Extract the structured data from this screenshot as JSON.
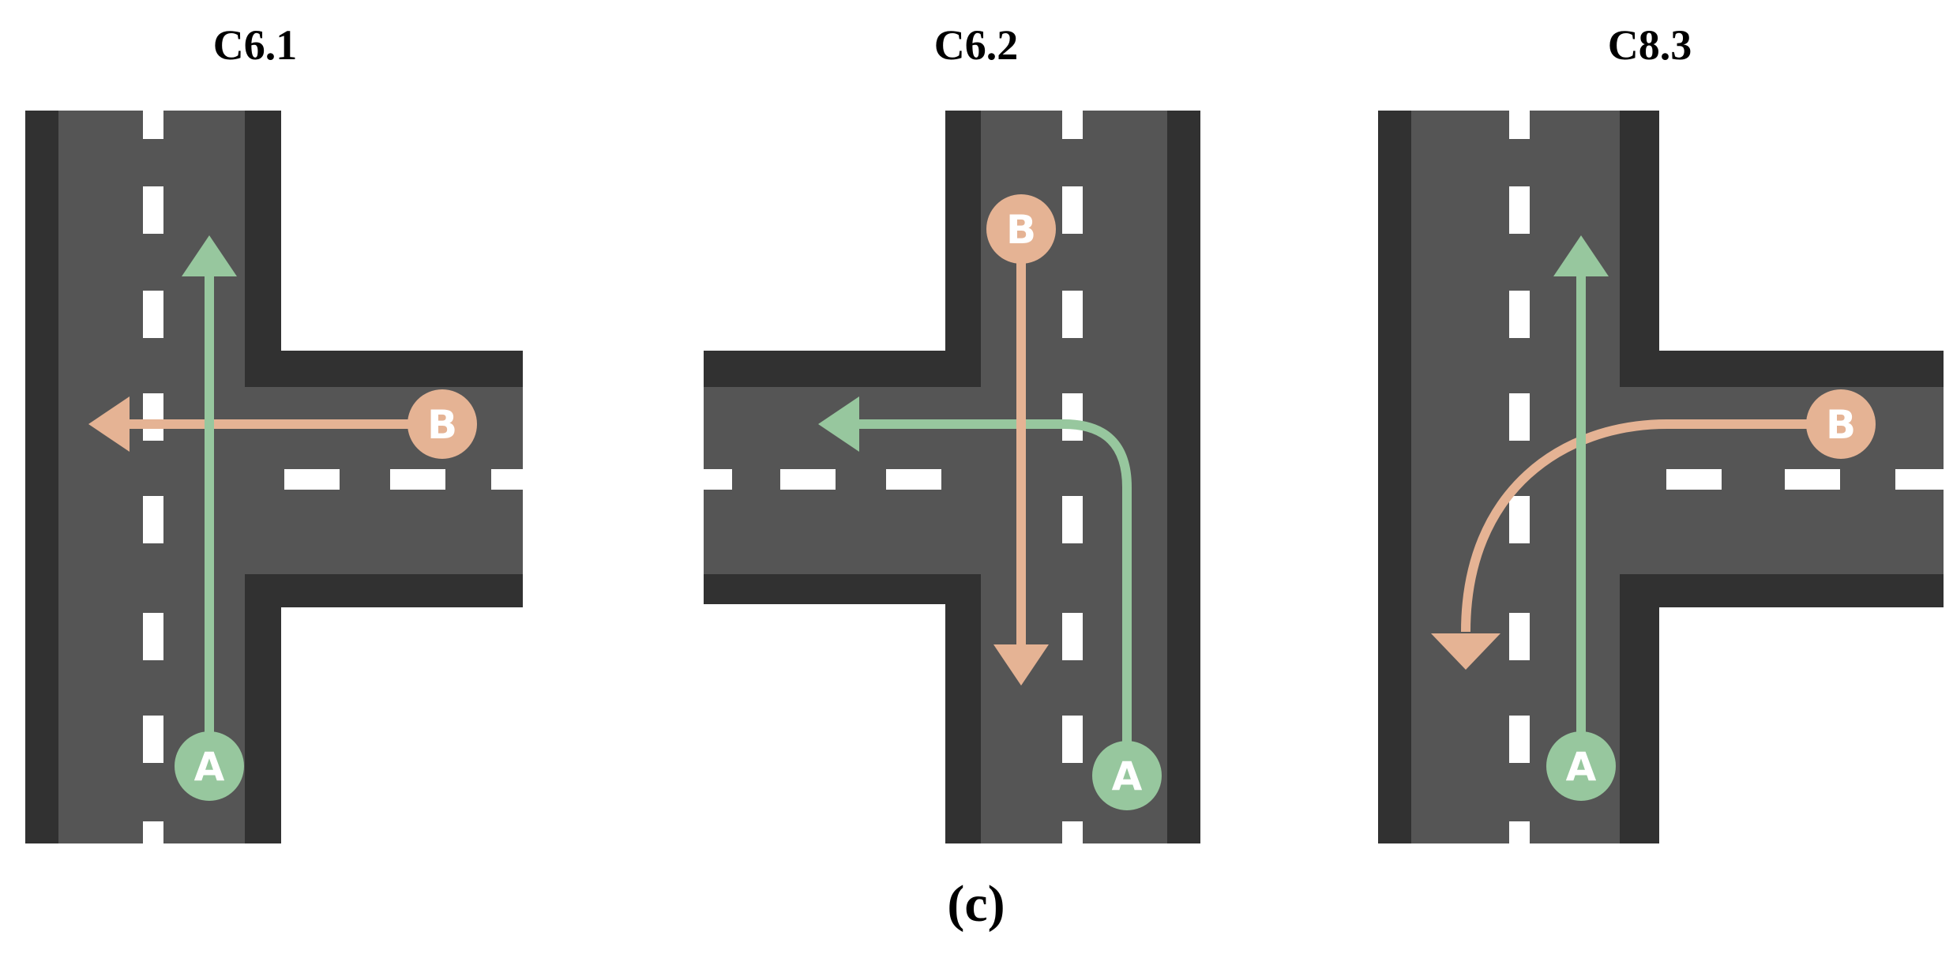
{
  "panels": [
    {
      "title": "C6.1",
      "node_a": "A",
      "node_b": "B"
    },
    {
      "title": "C6.2",
      "node_a": "A",
      "node_b": "B"
    },
    {
      "title": "C8.3",
      "node_a": "A",
      "node_b": "B"
    }
  ],
  "caption": "(c)",
  "colors": {
    "road": "#555555",
    "road_edge": "#313131",
    "lane_marking": "#ffffff",
    "path_a": "#97c79e",
    "path_b": "#e5b394",
    "background": "#ffffff"
  }
}
